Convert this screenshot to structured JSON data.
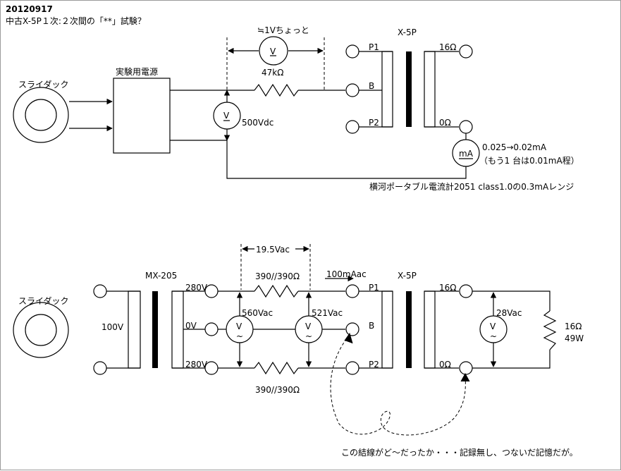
{
  "header": {
    "date": "20120917",
    "subtitle": "中古X-5P１次:２次間の「**」試験？"
  },
  "diagram1": {
    "slidac": "スライダック",
    "power_supply": "実験用電源",
    "meter_approx": "≒1Vちょっと",
    "meter_v": "V",
    "resistor": "47kΩ",
    "dc_meter_v": "V",
    "dc_voltage": "500Vdc",
    "transformer": "X-5P",
    "p1": "P1",
    "b": "B",
    "p2": "P2",
    "sec_16": "16Ω",
    "sec_0": "0Ω",
    "ma": "mA",
    "current": "0.025→0.02mA",
    "current_note": "（もう1 台は0.01mA程）",
    "ammeter_note": "横河ポータブル電流計2051 class1.0の0.3mAレンジ"
  },
  "diagram2": {
    "slidac": "スライダック",
    "input_voltage": "100V",
    "power_transformer": "MX-205",
    "tap_280_top": "280V",
    "tap_0": "0V",
    "tap_280_bottom": "280V",
    "diff_voltage": "19.5Vac",
    "resistor_top": "390//390Ω",
    "resistor_bottom": "390//390Ω",
    "current": "100mAac",
    "transformer": "X-5P",
    "p1": "P1",
    "b": "B",
    "p2": "P2",
    "v_left": "560Vac",
    "v_right": "521Vac",
    "meter_v_left": "V",
    "meter_v_right": "V",
    "sec_16": "16Ω",
    "sec_0": "0Ω",
    "sec_voltage": "28Vac",
    "meter_v_sec": "V",
    "load_ohm": "16Ω",
    "load_watt": "49W",
    "footnote": "この結線がど〜だったか・・・記録無し、つないだ記憶だが。"
  }
}
